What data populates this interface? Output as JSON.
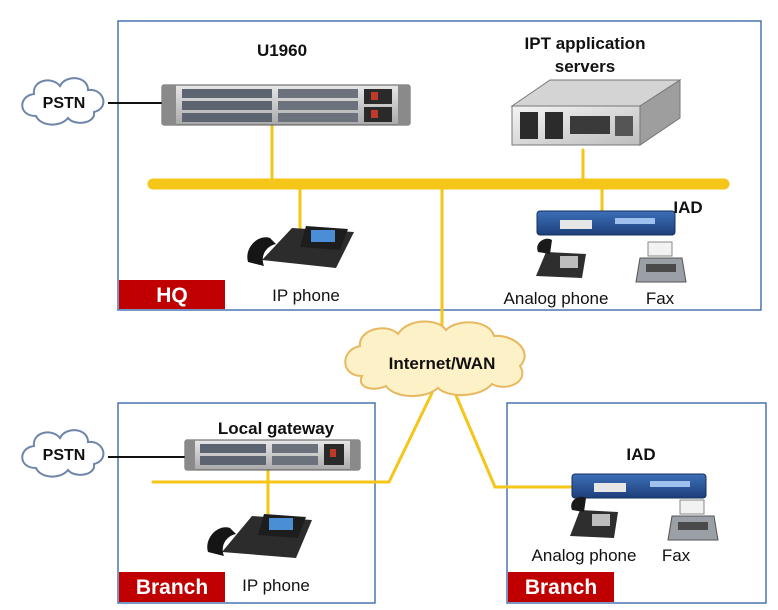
{
  "hq": {
    "tag": "HQ",
    "u1960_label": "U1960",
    "server_label_line1": "IPT application",
    "server_label_line2": "servers",
    "iad_label": "IAD",
    "ip_phone_label": "IP phone",
    "analog_phone_label": "Analog phone",
    "fax_label": "Fax",
    "pstn_label": "PSTN"
  },
  "wan": {
    "label": "Internet/WAN"
  },
  "branch_left": {
    "tag": "Branch",
    "gateway_label": "Local gateway",
    "ip_phone_label": "IP phone",
    "pstn_label": "PSTN"
  },
  "branch_right": {
    "tag": "Branch",
    "iad_label": "IAD",
    "analog_phone_label": "Analog phone",
    "fax_label": "Fax"
  },
  "colors": {
    "line": "#f5c518",
    "tag_bg": "#c00000",
    "frame": "#2e5fa3",
    "cloud": "#fdf1c7"
  }
}
